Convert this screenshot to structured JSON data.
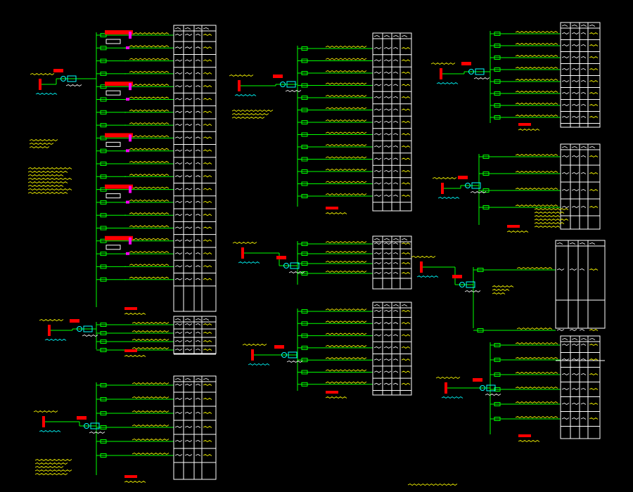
{
  "colors": {
    "background": "#000000",
    "busbar": "#00ff00",
    "table_grid": "#ffffff",
    "circuit_text": "#ffff00",
    "breaker": "#ff0000",
    "meter": "#00ffff",
    "tag": "#ff00ff",
    "leader_dash": "#00ff00"
  },
  "panels": [
    {
      "id": "panel-1",
      "feeders": 20,
      "tags": [
        1,
        5,
        9,
        13,
        17
      ],
      "spare": true
    },
    {
      "id": "panel-2",
      "feeders": 4,
      "tags": [],
      "spare": true
    },
    {
      "id": "panel-3",
      "feeders": 6,
      "tags": [],
      "spare": true
    },
    {
      "id": "panel-4",
      "feeders": 13,
      "tags": [],
      "spare": true
    },
    {
      "id": "panel-5",
      "feeders": 4,
      "tags": [],
      "spare": false
    },
    {
      "id": "panel-6",
      "feeders": 7,
      "tags": [],
      "spare": true
    },
    {
      "id": "panel-7",
      "feeders": 8,
      "tags": [],
      "spare": true
    },
    {
      "id": "panel-8",
      "feeders": 4,
      "tags": [],
      "spare": true
    },
    {
      "id": "panel-9",
      "feeders": 2,
      "tags": [],
      "spare": false
    },
    {
      "id": "panel-10",
      "feeders": 6,
      "tags": [],
      "spare": true
    }
  ],
  "notes": []
}
